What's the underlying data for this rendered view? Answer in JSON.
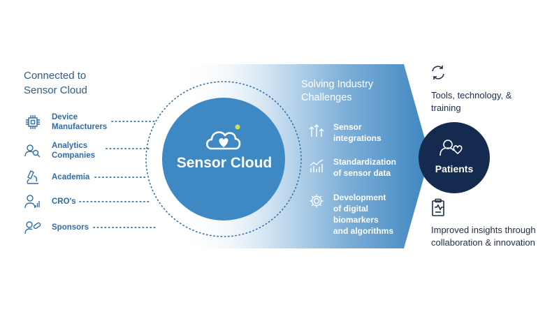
{
  "left": {
    "heading_line1": "Connected to",
    "heading_line2": "Sensor Cloud",
    "items": [
      {
        "label_line1": "Device",
        "label_line2": "Manufacturers",
        "icon": "chip-icon"
      },
      {
        "label_line1": "Analytics",
        "label_line2": "Companies",
        "icon": "user-search-icon"
      },
      {
        "label_line1": "Academia",
        "label_line2": "",
        "icon": "microscope-icon"
      },
      {
        "label_line1": "CRO's",
        "label_line2": "",
        "icon": "user-chart-icon"
      },
      {
        "label_line1": "Sponsors",
        "label_line2": "",
        "icon": "user-pill-icon"
      }
    ]
  },
  "hub": {
    "label": "Sensor Cloud",
    "icon": "cloud-heart-icon"
  },
  "middle": {
    "heading_line1": "Solving Industry",
    "heading_line2": "Challenges",
    "items": [
      {
        "lines": [
          "Sensor",
          "integrations"
        ],
        "icon": "arrows-up-icon"
      },
      {
        "lines": [
          "Standardization",
          "of sensor data"
        ],
        "icon": "bar-trend-icon"
      },
      {
        "lines": [
          "Development",
          "of digital",
          "biomarkers",
          "and algorithms"
        ],
        "icon": "gear-icon"
      }
    ]
  },
  "patients": {
    "label": "Patients",
    "icon": "patient-heart-icon"
  },
  "right": {
    "top_line1": "Tools, technology, &",
    "top_line2": "training",
    "top_icon": "refresh-icon",
    "bottom_line1": "Improved insights through",
    "bottom_line2": "collaboration & innovation",
    "bottom_icon": "clipboard-icon"
  },
  "colors": {
    "hub_fill": "#3e88c3",
    "arrow_fill": "#3d85c0",
    "patients_fill": "#152a4f",
    "left_text": "#2f6ca6",
    "right_text": "#1f2d4a",
    "dot_line": "#2f6ca6",
    "accent_dot": "#d4e157"
  }
}
